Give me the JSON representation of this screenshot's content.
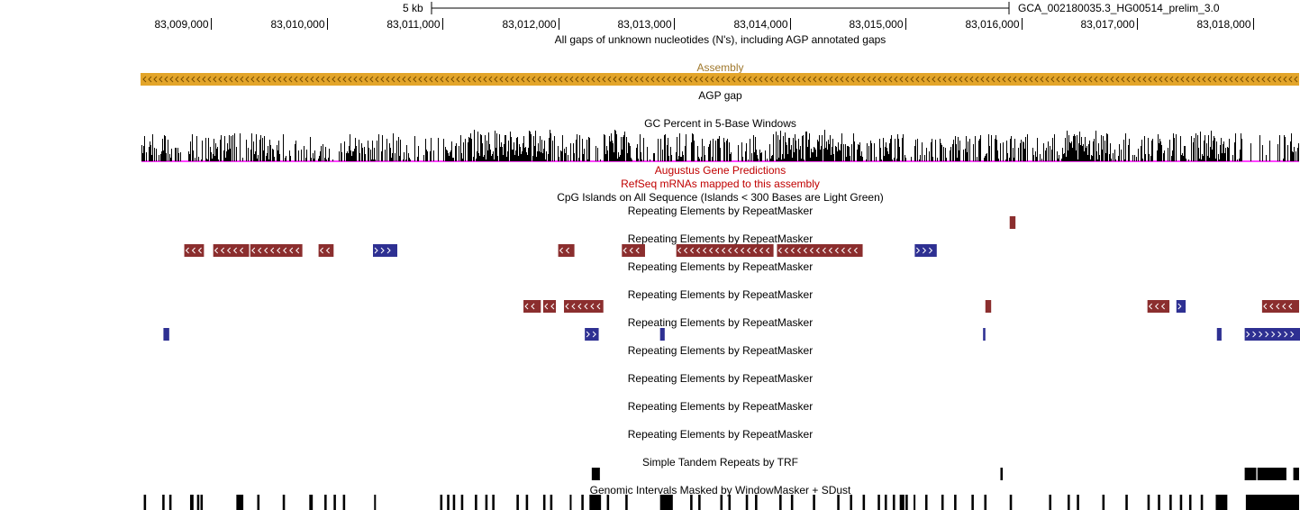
{
  "scale": {
    "label": "5 kb",
    "assembly": "GCA_002180035.3_HG00514_prelim_3.0"
  },
  "ruler": {
    "start": 83008400,
    "end": 83018400,
    "ticks": [
      "83,009,000",
      "83,010,000",
      "83,011,000",
      "83,012,000",
      "83,013,000",
      "83,014,000",
      "83,015,000",
      "83,016,000",
      "83,017,000",
      "83,018,000"
    ]
  },
  "tracks": {
    "gap_label": "All gaps of unknown nucleotides (N's), including AGP annotated gaps",
    "assembly_label": "Assembly",
    "agp_label": "AGP gap",
    "gc_label": "GC Percent in 5-Base Windows",
    "augustus_label": "Augustus Gene Predictions",
    "refseq_label": "RefSeq mRNAs mapped to this assembly",
    "cpg_label": "CpG Islands on All Sequence (Islands < 300 Bases are Light Green)",
    "rmsk_labels": [
      "Repeating Elements by RepeatMasker",
      "Repeating Elements by RepeatMasker",
      "Repeating Elements by RepeatMasker",
      "Repeating Elements by RepeatMasker",
      "Repeating Elements by RepeatMasker",
      "Repeating Elements by RepeatMasker",
      "Repeating Elements by RepeatMasker",
      "Repeating Elements by RepeatMasker",
      "Repeating Elements by RepeatMasker"
    ],
    "trf_label": "Simple Tandem Repeats by TRF",
    "wm_label": "Genomic Intervals Masked by WindowMasker + SDust"
  },
  "colors": {
    "assembly": "#e3a52a",
    "assembly_label": "#a0782c",
    "red_label": "#c00000",
    "repeat_minus": "#8b2e2e",
    "repeat_plus": "#2e3092",
    "gc_baseline": "#ff00ff"
  },
  "repeats": {
    "row1": [
      {
        "start": 83015900,
        "end": 83015950,
        "strand": "-"
      }
    ],
    "row2": [
      {
        "start": 83008770,
        "end": 83008940,
        "strand": "-"
      },
      {
        "start": 83009020,
        "end": 83009330,
        "strand": "-"
      },
      {
        "start": 83009340,
        "end": 83009790,
        "strand": "-"
      },
      {
        "start": 83009930,
        "end": 83010060,
        "strand": "-"
      },
      {
        "start": 83010400,
        "end": 83010610,
        "strand": "+"
      },
      {
        "start": 83012000,
        "end": 83012140,
        "strand": "-"
      },
      {
        "start": 83012550,
        "end": 83012750,
        "strand": "-"
      },
      {
        "start": 83013020,
        "end": 83013860,
        "strand": "-"
      },
      {
        "start": 83013890,
        "end": 83014630,
        "strand": "-"
      },
      {
        "start": 83015080,
        "end": 83015270,
        "strand": "+"
      }
    ],
    "row3": [
      {
        "start": 83011700,
        "end": 83011850,
        "strand": "-"
      },
      {
        "start": 83011870,
        "end": 83011980,
        "strand": "-"
      },
      {
        "start": 83012050,
        "end": 83012390,
        "strand": "-"
      },
      {
        "start": 83015690,
        "end": 83015740,
        "strand": "-"
      },
      {
        "start": 83017090,
        "end": 83017280,
        "strand": "-"
      },
      {
        "start": 83017340,
        "end": 83017420,
        "strand": "+"
      },
      {
        "start": 83018080,
        "end": 83018400,
        "strand": "-"
      }
    ],
    "row4": [
      {
        "start": 83008590,
        "end": 83008640,
        "strand": "+"
      },
      {
        "start": 83012230,
        "end": 83012350,
        "strand": "+"
      },
      {
        "start": 83012880,
        "end": 83012920,
        "strand": "+"
      },
      {
        "start": 83015670,
        "end": 83015690,
        "strand": "+"
      },
      {
        "start": 83017690,
        "end": 83017730,
        "strand": "+"
      },
      {
        "start": 83017930,
        "end": 83018420,
        "strand": "+"
      }
    ]
  },
  "trf": [
    {
      "start": 83012290,
      "end": 83012360
    },
    {
      "start": 83015820,
      "end": 83015840
    },
    {
      "start": 83017930,
      "end": 83018030
    },
    {
      "start": 83018040,
      "end": 83018290
    },
    {
      "start": 83018350,
      "end": 83018400
    }
  ],
  "windowmasker": [
    [
      83008420,
      83008440
    ],
    [
      83008580,
      83008600
    ],
    [
      83008640,
      83008660
    ],
    [
      83008820,
      83008850
    ],
    [
      83008880,
      83008900
    ],
    [
      83008910,
      83008930
    ],
    [
      83009220,
      83009280
    ],
    [
      83009400,
      83009420
    ],
    [
      83009620,
      83009640
    ],
    [
      83009850,
      83009880
    ],
    [
      83009980,
      83010000
    ],
    [
      83010060,
      83010080
    ],
    [
      83010140,
      83010160
    ],
    [
      83010410,
      83010420
    ],
    [
      83010980,
      83011000
    ],
    [
      83011040,
      83011060
    ],
    [
      83011090,
      83011110
    ],
    [
      83011160,
      83011180
    ],
    [
      83011280,
      83011300
    ],
    [
      83011370,
      83011390
    ],
    [
      83011430,
      83011450
    ],
    [
      83011640,
      83011660
    ],
    [
      83011720,
      83011740
    ],
    [
      83011870,
      83011890
    ],
    [
      83011930,
      83011950
    ],
    [
      83012100,
      83012110
    ],
    [
      83012200,
      83012220
    ],
    [
      83012270,
      83012370
    ],
    [
      83012420,
      83012440
    ],
    [
      83012580,
      83012600
    ],
    [
      83012880,
      83012990
    ],
    [
      83013140,
      83013160
    ],
    [
      83013210,
      83013230
    ],
    [
      83013400,
      83013420
    ],
    [
      83013470,
      83013490
    ],
    [
      83013620,
      83013640
    ],
    [
      83013700,
      83013720
    ],
    [
      83013910,
      83013930
    ],
    [
      83014010,
      83014030
    ],
    [
      83014200,
      83014220
    ],
    [
      83014410,
      83014430
    ],
    [
      83014520,
      83014540
    ],
    [
      83014630,
      83014650
    ],
    [
      83014760,
      83014780
    ],
    [
      83014820,
      83014840
    ],
    [
      83014890,
      83014910
    ],
    [
      83014950,
      83014990
    ],
    [
      83015000,
      83015020
    ],
    [
      83015070,
      83015080
    ],
    [
      83015170,
      83015190
    ],
    [
      83015310,
      83015330
    ],
    [
      83015420,
      83015440
    ],
    [
      83015570,
      83015590
    ],
    [
      83015680,
      83015700
    ],
    [
      83015900,
      83015920
    ],
    [
      83016240,
      83016260
    ],
    [
      83016400,
      83016420
    ],
    [
      83016480,
      83016500
    ],
    [
      83016700,
      83016720
    ],
    [
      83016900,
      83016920
    ],
    [
      83017090,
      83017110
    ],
    [
      83017180,
      83017200
    ],
    [
      83017280,
      83017300
    ],
    [
      83017370,
      83017390
    ],
    [
      83017450,
      83017470
    ],
    [
      83017550,
      83017570
    ],
    [
      83017680,
      83017780
    ],
    [
      83017940,
      83018420
    ],
    [
      83018540,
      83018560
    ],
    [
      83018620,
      83018640
    ],
    [
      83018730,
      83018750
    ],
    [
      83018800,
      83018820
    ],
    [
      83018920,
      83018950
    ],
    [
      83019060,
      83019080
    ],
    [
      83019210,
      83019230
    ],
    [
      83019300,
      83019320
    ],
    [
      83019360,
      83019380
    ]
  ]
}
